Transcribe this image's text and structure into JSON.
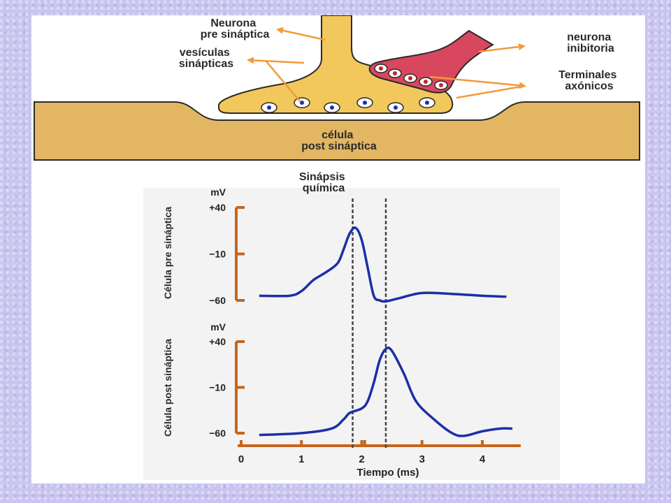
{
  "top_diagram": {
    "pre_neuron_label": [
      "Neurona",
      "pre sináptica"
    ],
    "vesicles_label": [
      "vesículas",
      "sinápticas"
    ],
    "inhibitory_label": [
      "neurona",
      "inibitoria"
    ],
    "terminals_label": [
      "Terminales",
      "axónicos"
    ],
    "post_cell_label": [
      "célula",
      "post sináptica"
    ]
  },
  "plot": {
    "title": [
      "Sinápsis",
      "química"
    ],
    "unit_label": "mV",
    "y_ticks": [
      "+40",
      "−10",
      "−60"
    ],
    "x_ticks": [
      "0",
      "1",
      "2",
      "3",
      "4"
    ],
    "x_label": "Tiempo (ms)",
    "panel_pre_label": "Célula pre sináptica",
    "panel_post_label": "Célula post sináptica"
  },
  "colors": {
    "neuron_fill": "#f2c85c",
    "inhibitory_fill": "#d9475e",
    "arrow": "#f39a3c",
    "axis": "#c8641c",
    "trace": "#1c2fa8",
    "post_cell_fill": "#e3b663"
  },
  "chart_data": {
    "type": "line",
    "xlabel": "Tiempo (ms)",
    "ylabel": "mV",
    "xlim": [
      0,
      4.5
    ],
    "ylim": [
      -60,
      40
    ],
    "dashed_lines_x": [
      1.85,
      2.4
    ],
    "series": [
      {
        "name": "Célula pre sináptica",
        "x": [
          0.3,
          0.8,
          1.0,
          1.2,
          1.4,
          1.6,
          1.7,
          1.8,
          1.9,
          2.0,
          2.1,
          2.2,
          2.3,
          2.4,
          2.6,
          3.0,
          3.5,
          4.0,
          4.4
        ],
        "y": [
          -55,
          -55,
          -50,
          -38,
          -30,
          -20,
          -5,
          12,
          18,
          5,
          -25,
          -55,
          -60,
          -61,
          -58,
          -52,
          -53,
          -55,
          -56
        ]
      },
      {
        "name": "Célula post sináptica",
        "x": [
          0.3,
          1.0,
          1.5,
          1.7,
          1.8,
          2.0,
          2.1,
          2.2,
          2.3,
          2.4,
          2.5,
          2.7,
          2.9,
          3.2,
          3.5,
          3.7,
          4.0,
          4.3,
          4.5
        ],
        "y": [
          -62,
          -60,
          -55,
          -45,
          -38,
          -33,
          -25,
          -5,
          20,
          32,
          30,
          5,
          -25,
          -45,
          -60,
          -63,
          -58,
          -55,
          -55
        ]
      }
    ]
  }
}
